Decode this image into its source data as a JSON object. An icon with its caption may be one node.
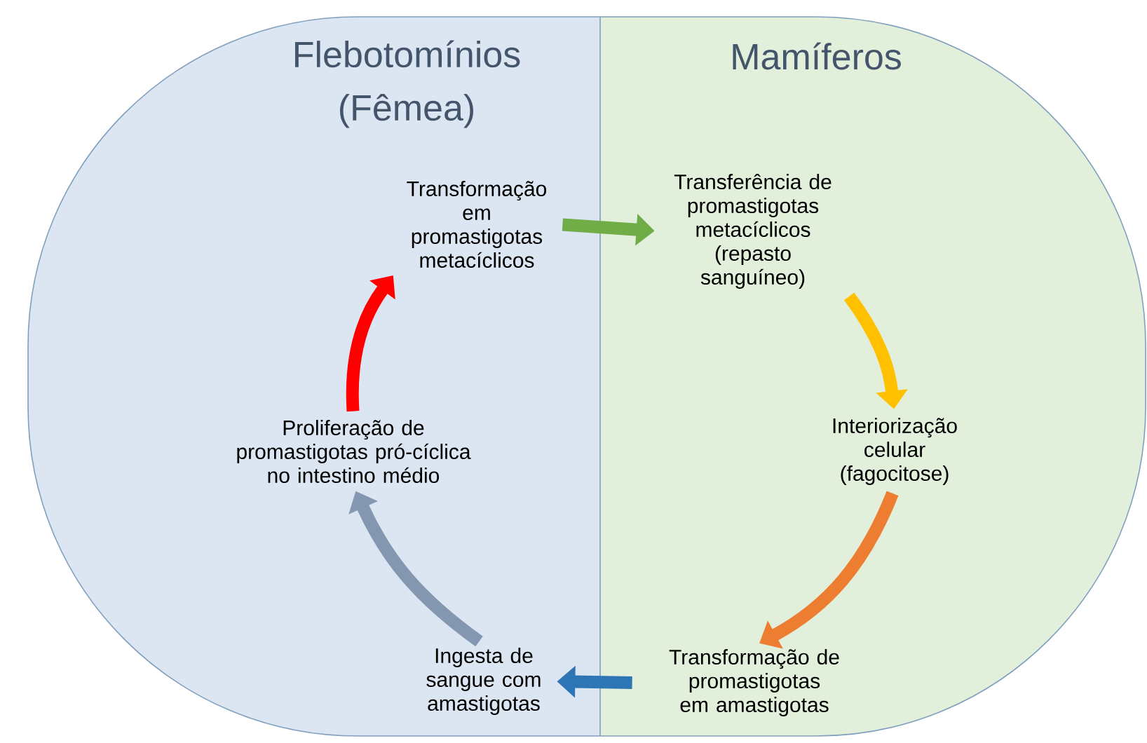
{
  "diagram": {
    "nodes": [
      {
        "text": [
          "Flebotomínios (Fêmea)"
        ]
      },
      {
        "text": [
          "Mamíferos"
        ]
      },
      {
        "text": [
          "Transformação em promastigotas metacíclicos"
        ],
        "in": 0
      },
      {
        "text": [
          "Transferência de promastigotas metacíclicos (repasto sanguíneo)"
        ],
        "in": 1
      },
      {
        "text": [
          "Interiorização celular (fagocitose)"
        ],
        "in": 1
      },
      {
        "text": [
          "Transformação de promastigotas em amastigotas"
        ],
        "in": 1
      },
      {
        "text": [
          "Ingesta de sangue com amastigotas"
        ],
        "in": 0
      },
      {
        "text": [
          "Proliferação de promastigotas pró-cíclica no intestino médio"
        ],
        "in": 0
      }
    ],
    "edges": [
      {
        "from": 2,
        "to": 3,
        "arrow": "to",
        "color": "#70ad47"
      },
      {
        "from": 3,
        "to": 4,
        "arrow": "to",
        "color": "#ffc000"
      },
      {
        "from": 4,
        "to": 5,
        "arrow": "to",
        "color": "#ed7d31"
      },
      {
        "from": 5,
        "to": 6,
        "arrow": "to",
        "color": "#2e75b6"
      },
      {
        "from": 6,
        "to": 7,
        "arrow": "to",
        "color": "#8497b0"
      },
      {
        "from": 7,
        "to": 2,
        "arrow": "to",
        "color": "#ff0000"
      }
    ]
  }
}
